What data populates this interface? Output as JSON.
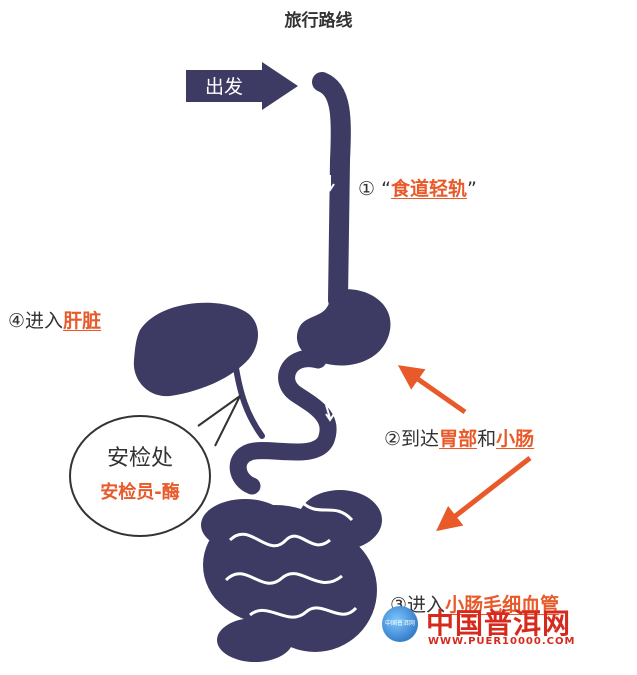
{
  "title": "旅行路线",
  "start_label": "出发",
  "steps": [
    {
      "num": "①",
      "pre": "“",
      "highlight": "食道轻轨",
      "post": "”"
    },
    {
      "num": "②",
      "pre": "到达",
      "highlight": "胃部",
      "mid": "和",
      "highlight2": "小肠"
    },
    {
      "num": "③",
      "pre": "进入",
      "highlight": "小肠毛细血管"
    },
    {
      "num": "④",
      "pre": "进入",
      "highlight": "肝脏"
    }
  ],
  "security": {
    "title": "安检处",
    "subtitle": "安检员-酶"
  },
  "watermark": {
    "name": "中国普洱网",
    "url": "WWW.PUER10000.COM",
    "globe_text": "中国普洱网"
  },
  "colors": {
    "organ": "#3d3a63",
    "accent": "#e85a2a",
    "text": "#333333"
  }
}
